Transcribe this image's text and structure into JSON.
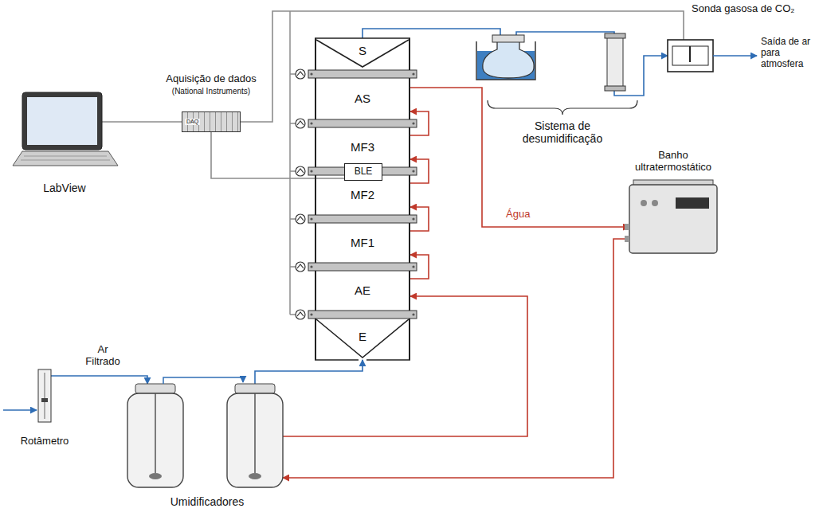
{
  "diagram": {
    "nodes": [
      {
        "text": [
          "Aquisição de dados",
          "(National Instruments)",
          "DAQ"
        ]
      },
      {
        "text": [
          "LabView"
        ]
      },
      {
        "text": [
          "S"
        ]
      },
      {
        "text": [
          "AS"
        ]
      },
      {
        "text": [
          "MF3"
        ]
      },
      {
        "text": [
          "BLE"
        ]
      },
      {
        "text": [
          "MF2"
        ]
      },
      {
        "text": [
          "MF1"
        ]
      },
      {
        "text": [
          "AE"
        ]
      },
      {
        "text": [
          "E"
        ]
      },
      {
        "text": [
          "Sonda gasosa de CO₂"
        ]
      },
      {
        "text": [
          "Banho ultratermostático"
        ]
      },
      {
        "text": [
          "Rotâmetro"
        ]
      },
      {
        "text": [
          "Umidificadores"
        ]
      }
    ],
    "edges": [
      {
        "from": 1,
        "to": 0,
        "arrow": "none"
      },
      {
        "from": 0,
        "to": 10,
        "arrow": "none"
      },
      {
        "from": 0,
        "to": 5,
        "arrow": "none"
      },
      {
        "from": 2,
        "to": 10,
        "arrow": "to"
      },
      {
        "from": 12,
        "to": 13,
        "label": "Ar Filtrado",
        "arrow": "to"
      },
      {
        "from": 13,
        "to": 9,
        "arrow": "to"
      },
      {
        "from": 11,
        "to": 13,
        "arrow": "to"
      },
      {
        "from": 13,
        "to": 8,
        "arrow": "to"
      },
      {
        "from": 8,
        "to": 7,
        "arrow": "to"
      },
      {
        "from": 7,
        "to": 6,
        "arrow": "to"
      },
      {
        "from": 6,
        "to": 4,
        "arrow": "to"
      },
      {
        "from": 4,
        "to": 3,
        "arrow": "to"
      },
      {
        "from": 3,
        "to": 11,
        "label": "Água",
        "arrow": "to"
      }
    ],
    "labels": [
      "Sistema de desumidificação",
      "Saída de ar para atmosfera"
    ]
  }
}
